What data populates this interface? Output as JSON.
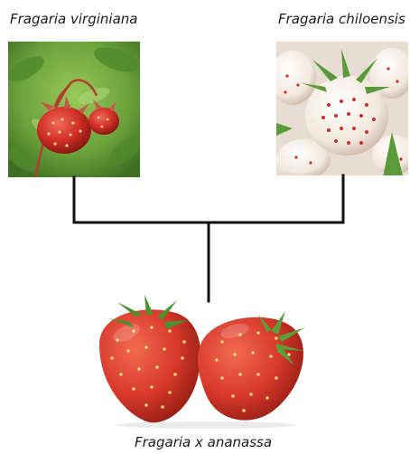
{
  "parents": [
    {
      "name": "Fragaria virginiana",
      "photo": "wild-red-strawberry-plant"
    },
    {
      "name": "Fragaria chiloensis",
      "photo": "white-pineberry-strawberries"
    }
  ],
  "offspring": {
    "name": "Fragaria x ananassa",
    "photo": "two-red-garden-strawberries"
  },
  "colors": {
    "line": "#111111",
    "leaf_green": "#5a9a3a",
    "berry_red": "#d8392b",
    "pineberry_white": "#f4ece4",
    "seed_red": "#c8322a"
  }
}
